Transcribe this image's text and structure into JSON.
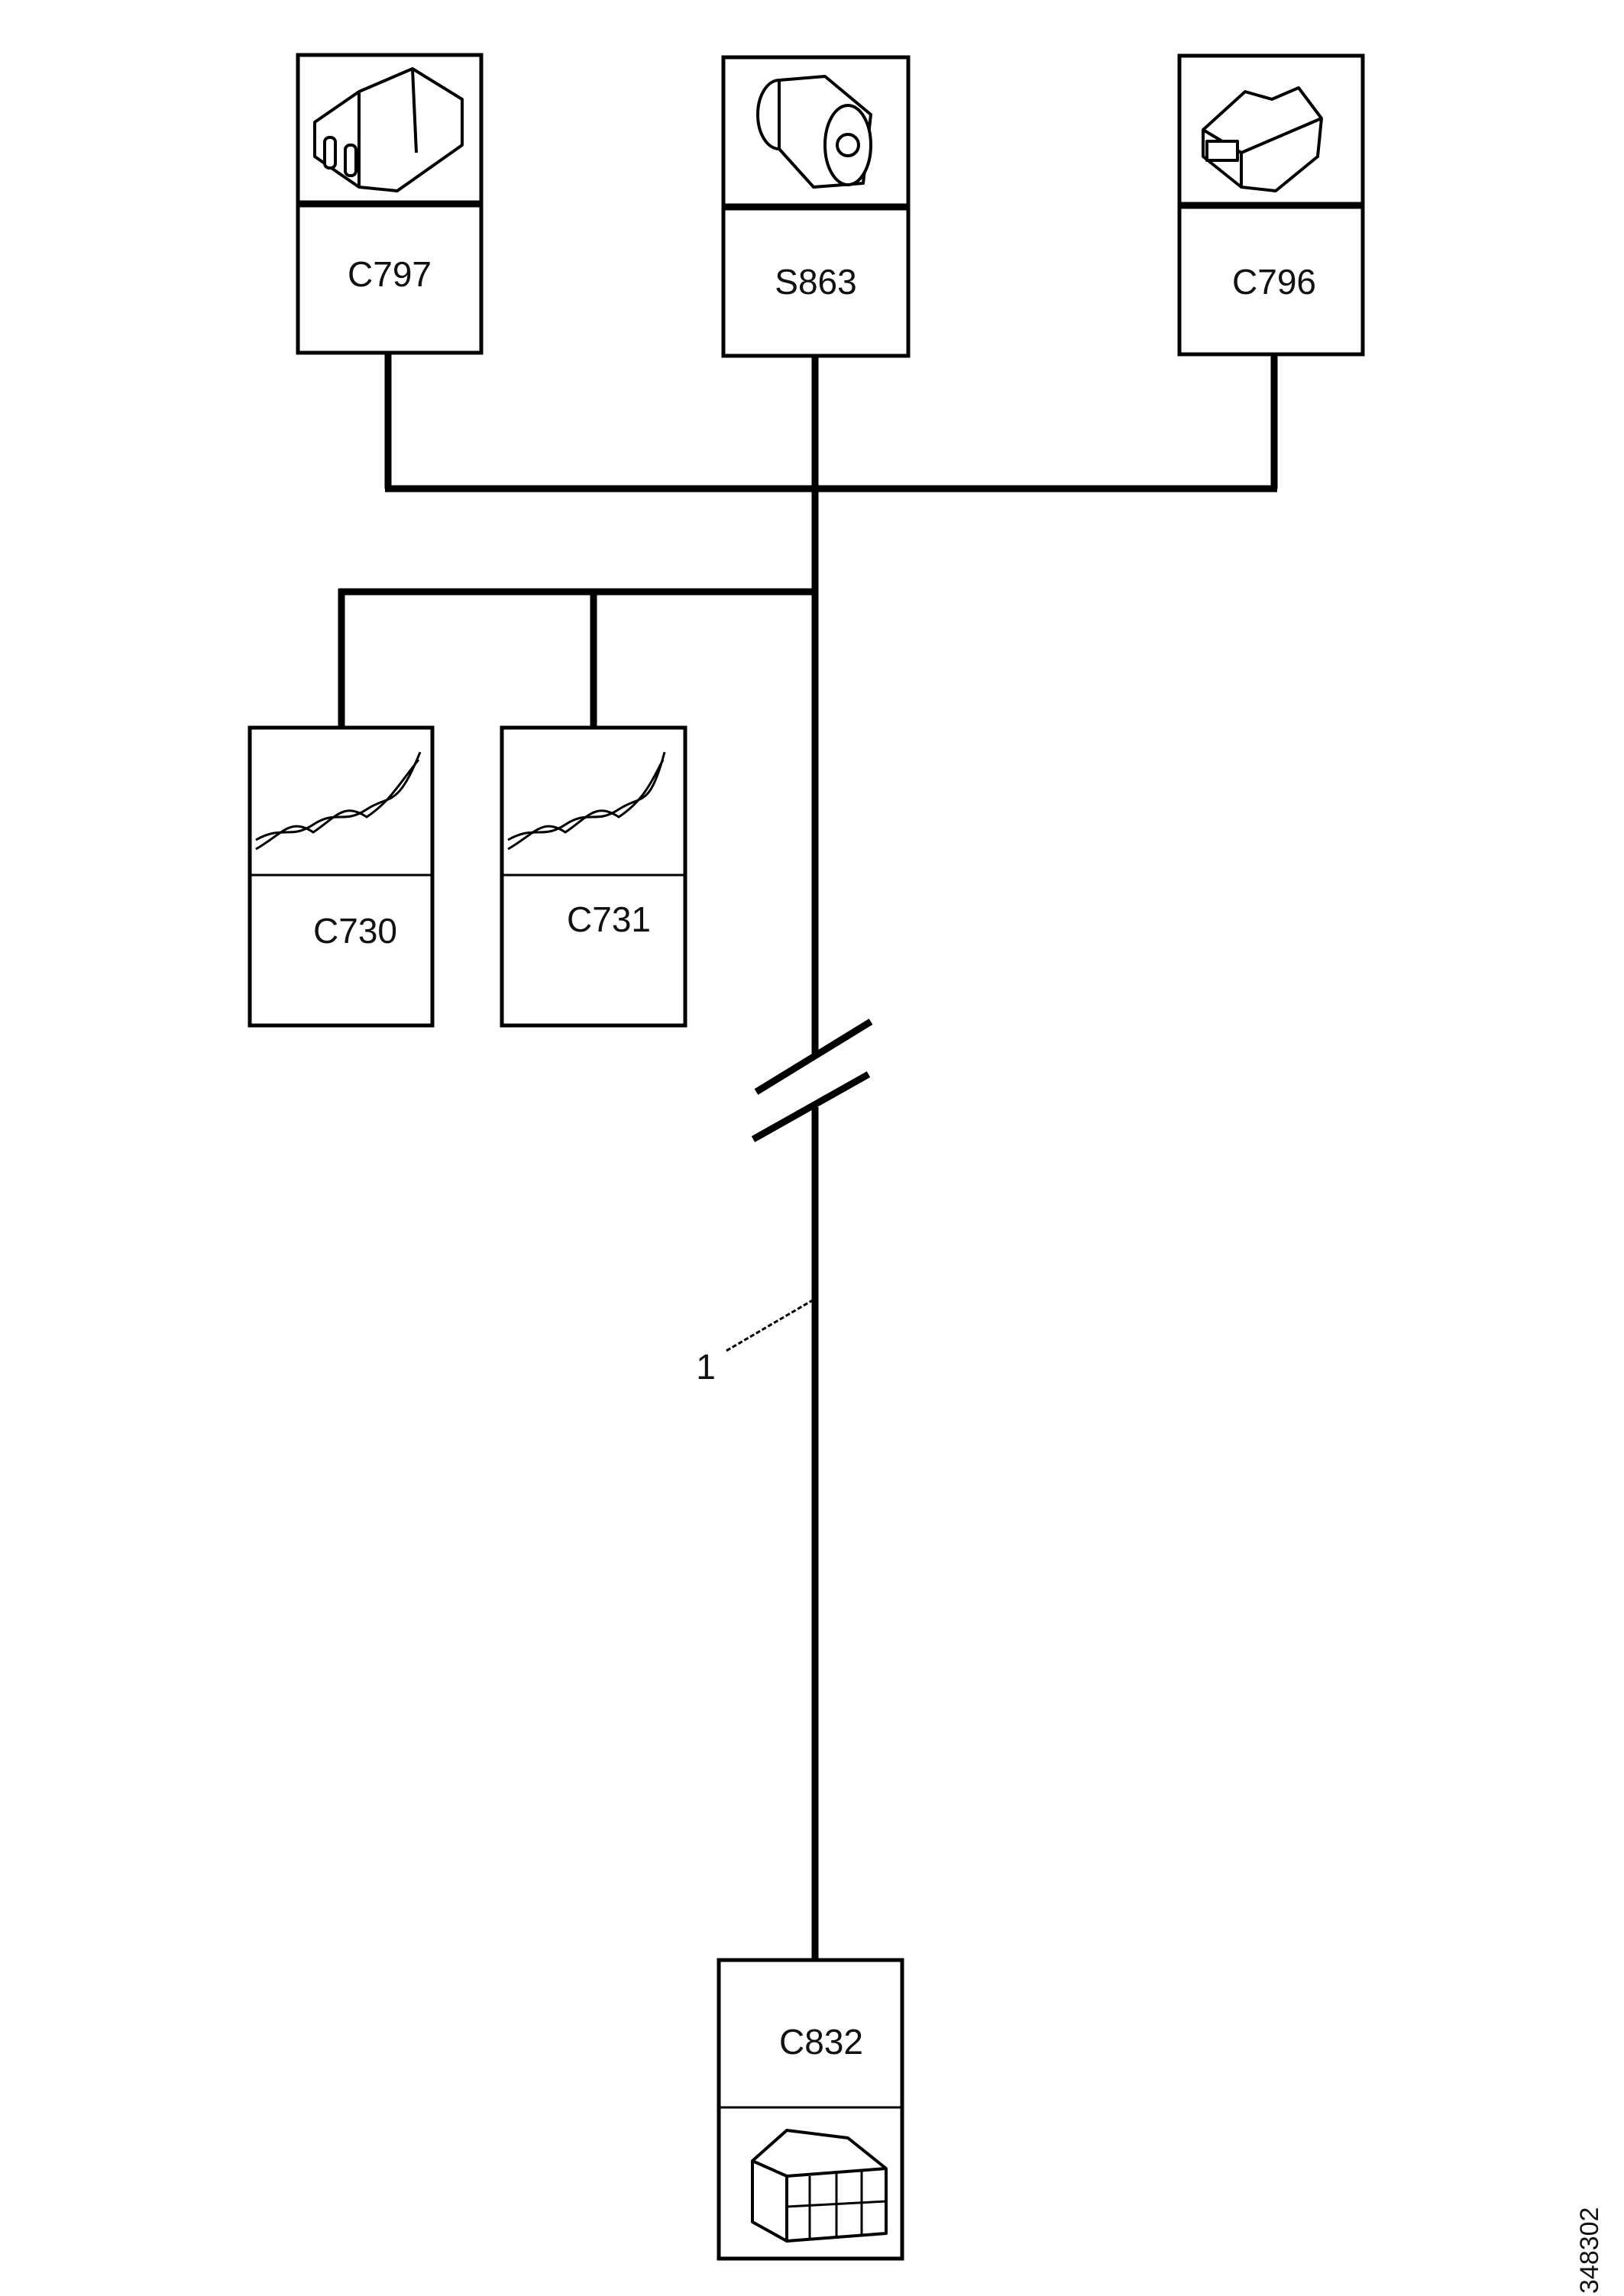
{
  "connectors": {
    "c797": {
      "label": "C797",
      "icon": "connector-2pin-icon"
    },
    "s863": {
      "label": "S863",
      "icon": "round-connector-icon"
    },
    "c796": {
      "label": "C796",
      "icon": "connector-3pin-icon"
    },
    "c730": {
      "label": "C730",
      "icon": "twisted-pair-icon"
    },
    "c731": {
      "label": "C731",
      "icon": "twisted-pair-icon"
    },
    "c832": {
      "label": "C832",
      "icon": "multi-pin-connector-icon"
    }
  },
  "callout": {
    "number": "1"
  },
  "figure_id": "348302"
}
